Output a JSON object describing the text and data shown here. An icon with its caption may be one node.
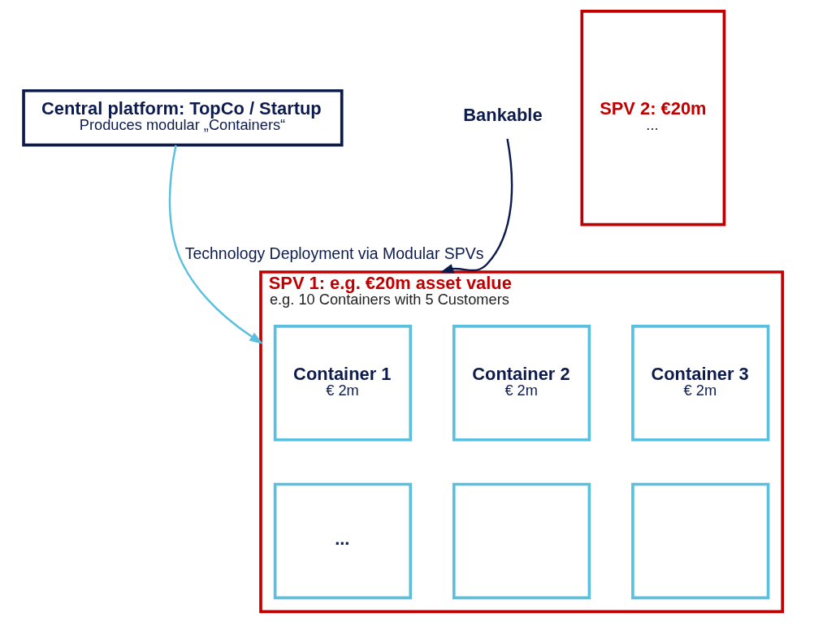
{
  "diagram": {
    "nodes": [
      {
        "text": [
          "Central platform: TopCo / Startup",
          "Produces modular „Containers“"
        ]
      },
      {
        "text": [
          "Bankable"
        ]
      },
      {
        "text": [
          "SPV 1: e.g. €20m asset value",
          "e.g. 10 Containers with 5 Customers"
        ]
      },
      {
        "text": [
          "Container 1",
          "€ 2m"
        ],
        "in": 2
      },
      {
        "text": [
          "Container 2",
          "€ 2m"
        ],
        "in": 2
      },
      {
        "text": [
          "Container 3",
          "€ 2m"
        ],
        "in": 2
      },
      {
        "text": [
          "..."
        ],
        "in": 2
      },
      {
        "text": [],
        "shape": "box",
        "in": 2
      },
      {
        "text": [],
        "shape": "box",
        "in": 2
      },
      {
        "text": [
          "SPV 2: €20m",
          "..."
        ]
      }
    ],
    "edges": [
      {
        "from": 0,
        "to": 2,
        "arrow": "to",
        "label": "Technology Deployment via Modular SPVs",
        "color": "#5bc0de"
      },
      {
        "from": 1,
        "to": 2,
        "arrow": "to",
        "color": "#0d1b4c"
      }
    ]
  }
}
